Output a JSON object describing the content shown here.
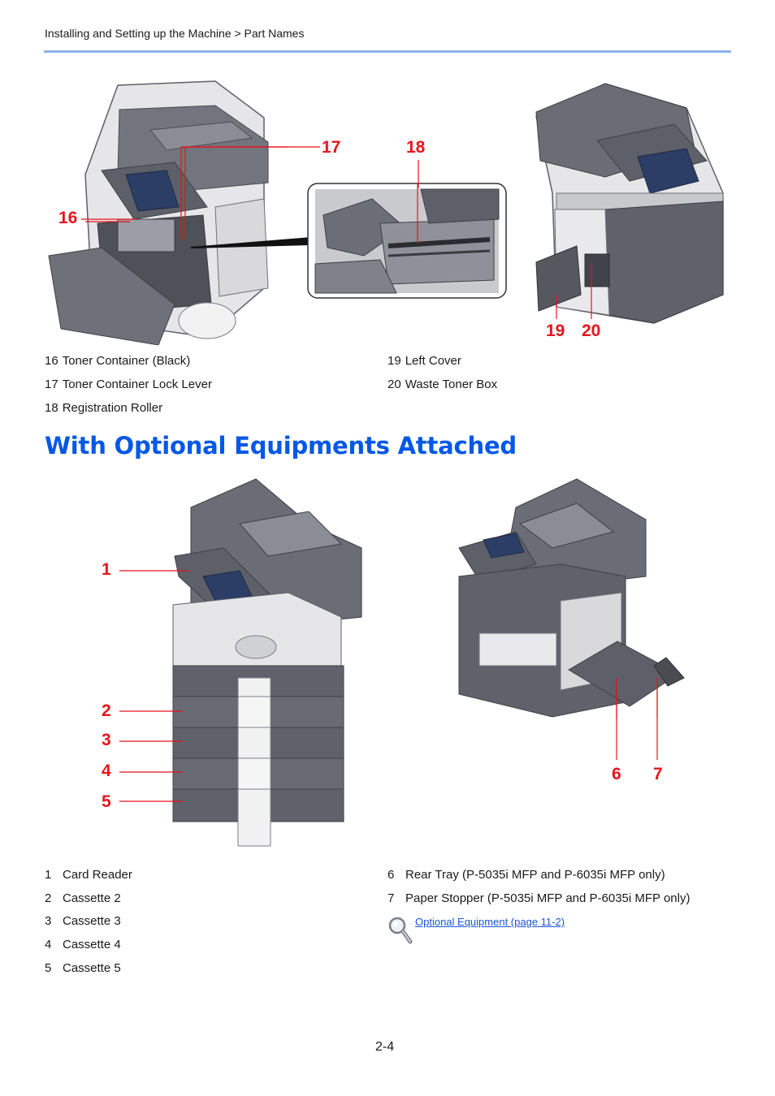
{
  "header": {
    "breadcrumb": "Installing and Setting up the Machine > Part Names",
    "rule_color": "#8eb2ec"
  },
  "colors": {
    "callout": "#e8131b",
    "section_title": "#0058e6",
    "link": "#1a55d6",
    "machine_dark": "#5d6068",
    "machine_mid": "#8a8d95",
    "machine_light": "#e6e6e8"
  },
  "top_figures": {
    "callouts": {
      "c16": "16",
      "c17": "17",
      "c18": "18",
      "c19": "19",
      "c20": "20"
    },
    "legend": [
      {
        "num": "16",
        "label": "Toner Container (Black)"
      },
      {
        "num": "17",
        "label": "Toner Container Lock Lever"
      },
      {
        "num": "18",
        "label": "Registration Roller"
      },
      {
        "num": "19",
        "label": "Left Cover"
      },
      {
        "num": "20",
        "label": "Waste Toner Box"
      }
    ]
  },
  "section": {
    "title": "With Optional Equipments Attached"
  },
  "bottom_figures": {
    "callouts": {
      "c1": "1",
      "c2": "2",
      "c3": "3",
      "c4": "4",
      "c5": "5",
      "c6": "6",
      "c7": "7"
    },
    "legend": [
      {
        "num": "1",
        "label": "Card Reader"
      },
      {
        "num": "2",
        "label": "Cassette 2"
      },
      {
        "num": "3",
        "label": "Cassette 3"
      },
      {
        "num": "4",
        "label": "Cassette 4"
      },
      {
        "num": "5",
        "label": "Cassette 5"
      },
      {
        "num": "6",
        "label": "Rear Tray (P-5035i MFP and P-6035i MFP only)"
      },
      {
        "num": "7",
        "label": "Paper Stopper (P-5035i MFP and P-6035i MFP only)"
      }
    ],
    "reference": {
      "icon": "magnifier-icon",
      "link_text": "Optional Equipment (page 11-2)"
    }
  },
  "footer": {
    "page_number": "2-4"
  }
}
